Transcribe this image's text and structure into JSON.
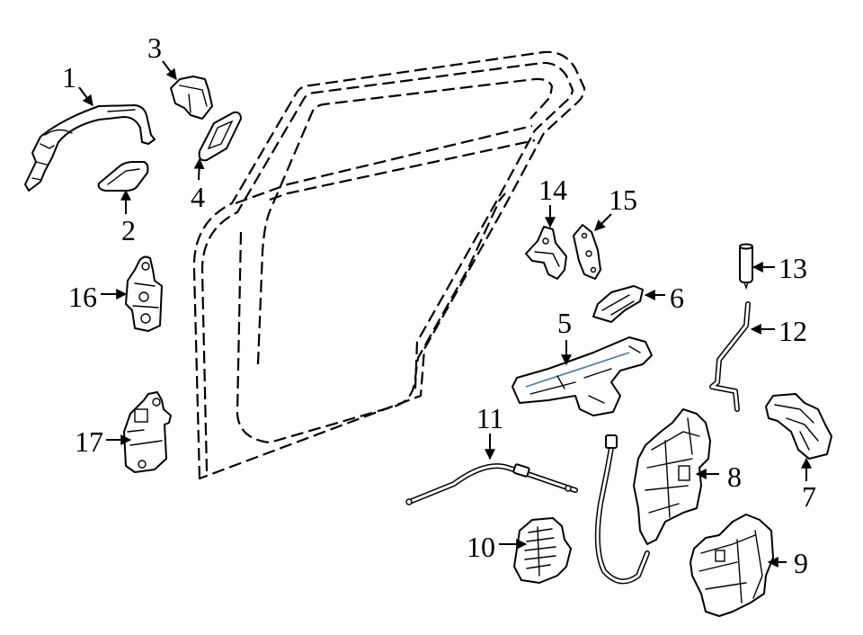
{
  "diagram": {
    "callouts": [
      "1",
      "2",
      "3",
      "4",
      "5",
      "6",
      "7",
      "8",
      "9",
      "10",
      "11",
      "12",
      "13",
      "14",
      "15",
      "16",
      "17"
    ]
  },
  "colors": {
    "line": "#000000",
    "background": "#ffffff",
    "accent": "#4a7aa8"
  }
}
